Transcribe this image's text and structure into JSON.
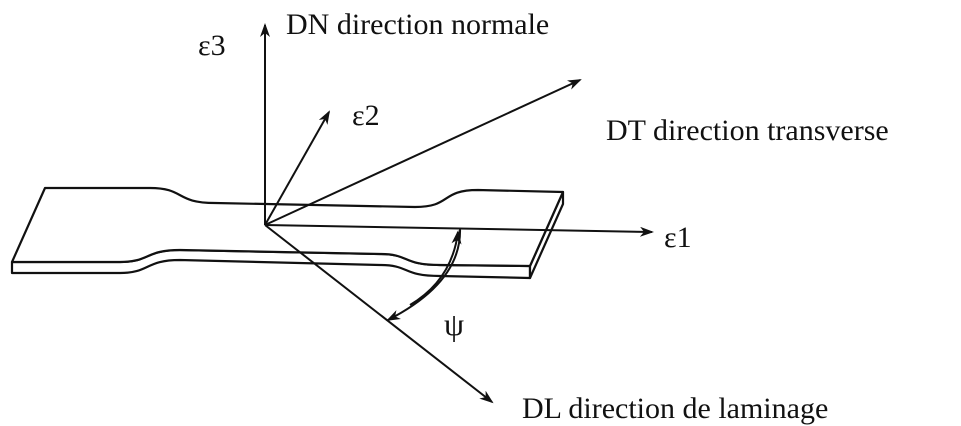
{
  "labels": {
    "e3": "ε3",
    "dn": "DN direction normale",
    "e2": "ε2",
    "dt": "DT direction transverse",
    "e1": "ε1",
    "psi": "ψ",
    "dl": "DL direction de laminage"
  },
  "colors": {
    "ink": "#111111",
    "paper": "#ffffff"
  }
}
